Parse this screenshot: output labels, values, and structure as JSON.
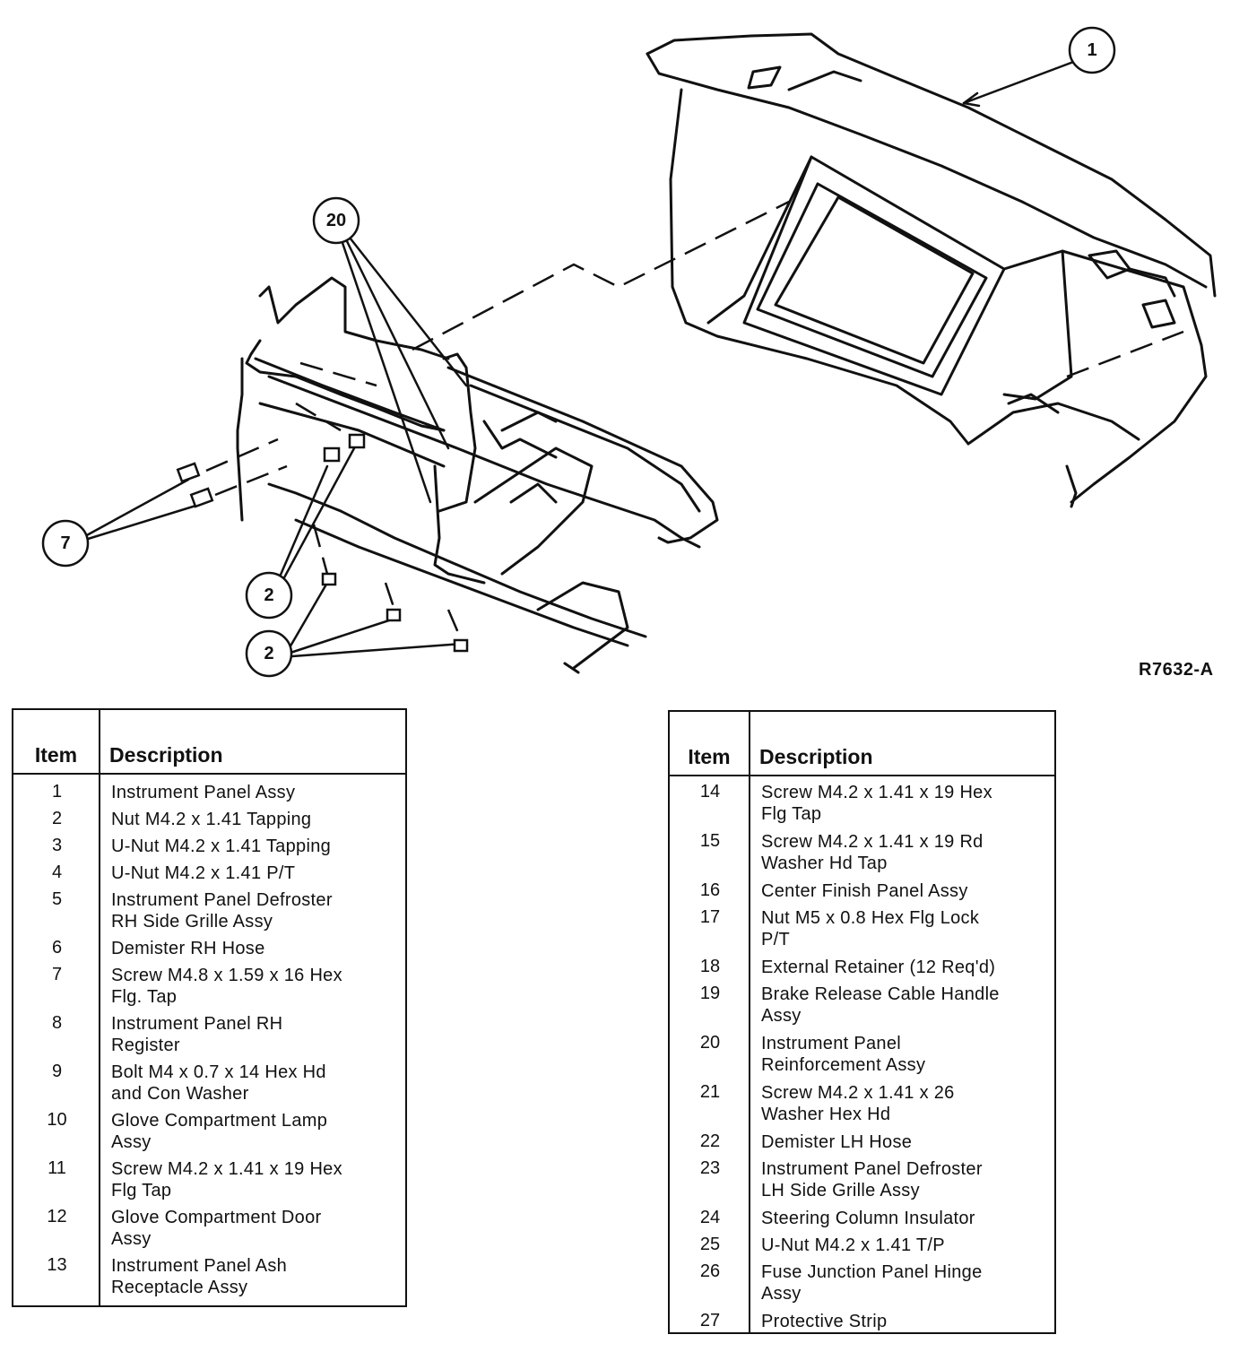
{
  "diagram": {
    "callouts": [
      {
        "id": "callout-1",
        "label": "1"
      },
      {
        "id": "callout-20",
        "label": "20"
      },
      {
        "id": "callout-7",
        "label": "7"
      },
      {
        "id": "callout-2a",
        "label": "2"
      },
      {
        "id": "callout-2b",
        "label": "2"
      }
    ],
    "figure_id": "R7632-A"
  },
  "tables": {
    "left": {
      "header_item": "Item",
      "header_desc": "Description",
      "rows": [
        {
          "item": "1",
          "desc": "Instrument Panel Assy"
        },
        {
          "item": "2",
          "desc": "Nut M4.2 x 1.41 Tapping"
        },
        {
          "item": "3",
          "desc": "U-Nut M4.2 x 1.41 Tapping"
        },
        {
          "item": "4",
          "desc": "U-Nut M4.2 x 1.41 P/T"
        },
        {
          "item": "5",
          "desc": "Instrument Panel Defroster\nRH Side Grille Assy"
        },
        {
          "item": "6",
          "desc": "Demister RH Hose"
        },
        {
          "item": "7",
          "desc": "Screw M4.8 x 1.59 x 16 Hex\nFlg. Tap"
        },
        {
          "item": "8",
          "desc": "Instrument Panel RH\nRegister"
        },
        {
          "item": "9",
          "desc": "Bolt M4 x 0.7 x 14 Hex Hd\nand Con Washer"
        },
        {
          "item": "10",
          "desc": "Glove Compartment Lamp\nAssy"
        },
        {
          "item": "11",
          "desc": "Screw M4.2 x 1.41 x 19 Hex\nFlg Tap"
        },
        {
          "item": "12",
          "desc": "Glove Compartment Door\nAssy"
        },
        {
          "item": "13",
          "desc": "Instrument Panel Ash\nReceptacle Assy"
        }
      ]
    },
    "right": {
      "header_item": "Item",
      "header_desc": "Description",
      "rows": [
        {
          "item": "14",
          "desc": "Screw M4.2 x 1.41 x 19 Hex\nFlg Tap"
        },
        {
          "item": "15",
          "desc": "Screw M4.2 x 1.41 x 19 Rd\nWasher Hd Tap"
        },
        {
          "item": "16",
          "desc": "Center Finish Panel Assy"
        },
        {
          "item": "17",
          "desc": "Nut M5 x 0.8 Hex Flg Lock\nP/T"
        },
        {
          "item": "18",
          "desc": "External Retainer (12 Req'd)"
        },
        {
          "item": "19",
          "desc": "Brake Release Cable Handle\nAssy"
        },
        {
          "item": "20",
          "desc": "Instrument Panel\nReinforcement Assy"
        },
        {
          "item": "21",
          "desc": "Screw M4.2 x 1.41 x 26\nWasher Hex Hd"
        },
        {
          "item": "22",
          "desc": "Demister LH Hose"
        },
        {
          "item": "23",
          "desc": "Instrument Panel Defroster\nLH Side Grille Assy"
        },
        {
          "item": "24",
          "desc": "Steering Column Insulator"
        },
        {
          "item": "25",
          "desc": "U-Nut M4.2 x 1.41 T/P"
        },
        {
          "item": "26",
          "desc": "Fuse Junction Panel Hinge\nAssy"
        },
        {
          "item": "27",
          "desc": "Protective Strip"
        }
      ]
    }
  }
}
